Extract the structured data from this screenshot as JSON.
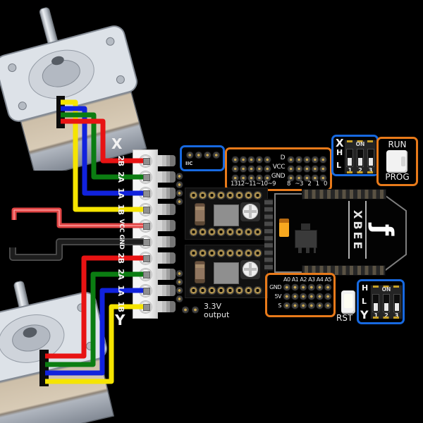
{
  "colors": {
    "background": "#000000",
    "accent_orange": "#e87a1a",
    "accent_blue": "#1769e0",
    "wire_red": "#e81313",
    "wire_green": "#0b7d12",
    "wire_blue": "#1122dd",
    "wire_yellow": "#f5e400",
    "wire_vcc_red": "#e04545",
    "wire_gnd_black": "#202020"
  },
  "terminal": {
    "x_label": "X",
    "y_label": "Y",
    "pins": [
      "2B",
      "2A",
      "1A",
      "1B",
      "VCC",
      "GND",
      "2B",
      "2A",
      "1A",
      "1B"
    ]
  },
  "iic": {
    "label": "IIC"
  },
  "digital": {
    "rows": [
      "D",
      "VCC",
      "GND"
    ],
    "left": [
      "13",
      "12",
      "~11",
      "~10",
      "~9"
    ],
    "right": [
      "8",
      "~3",
      "2",
      "1",
      "0"
    ]
  },
  "analog": {
    "cols": [
      "A0",
      "A1",
      "A2",
      "A3",
      "A4",
      "A5"
    ],
    "rows": [
      "GND",
      "5V",
      "S"
    ]
  },
  "aux": {
    "line1": "3.3V",
    "line2": "output"
  },
  "dip": {
    "on": "ON",
    "nums": [
      "1",
      "2",
      "3"
    ]
  },
  "sw_x": {
    "axis": "X",
    "high": "H",
    "low": "L"
  },
  "sw_y": {
    "high": "H",
    "low": "L",
    "axis": "Y"
  },
  "mode": {
    "run": "RUN",
    "prog": "PROG"
  },
  "reset": {
    "label": "RST"
  },
  "xbee": {
    "label": "XBEE",
    "logo": "ƒ"
  }
}
